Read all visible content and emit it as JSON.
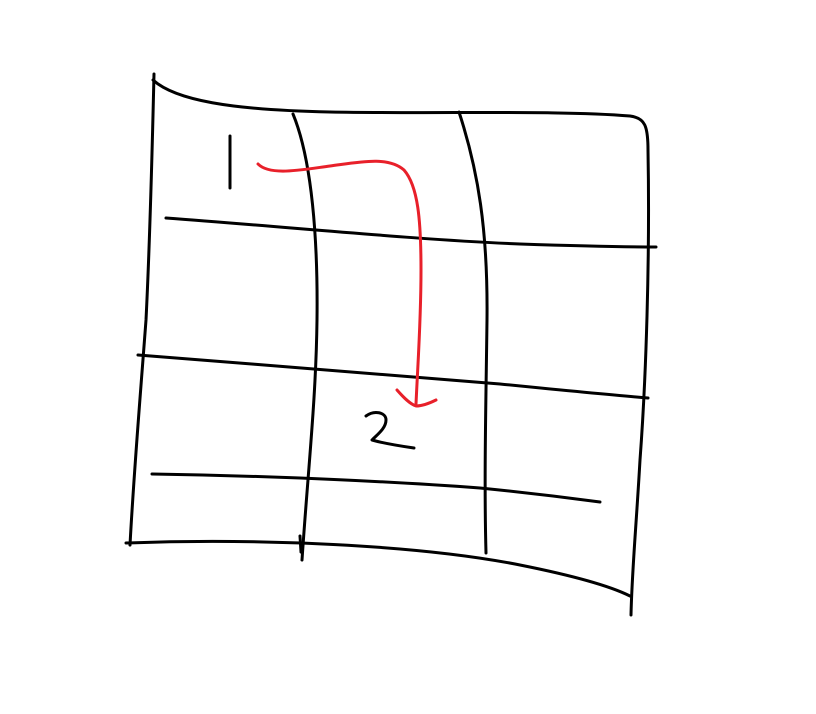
{
  "canvas": {
    "background": "#ffffff"
  },
  "ink_colors": {
    "grid": "#000000",
    "numbers": "#000000",
    "arrow": "#e8202a"
  },
  "grid": {
    "rows": 4,
    "columns": 3,
    "style": "hand-drawn"
  },
  "cell_labels": [
    {
      "text": "1",
      "row": 1,
      "column": 1
    },
    {
      "text": "2",
      "row": 3,
      "column": 2
    }
  ],
  "arrow": {
    "from_cell": {
      "row": 1,
      "column": 1
    },
    "to_cell": {
      "row": 3,
      "column": 2
    }
  }
}
